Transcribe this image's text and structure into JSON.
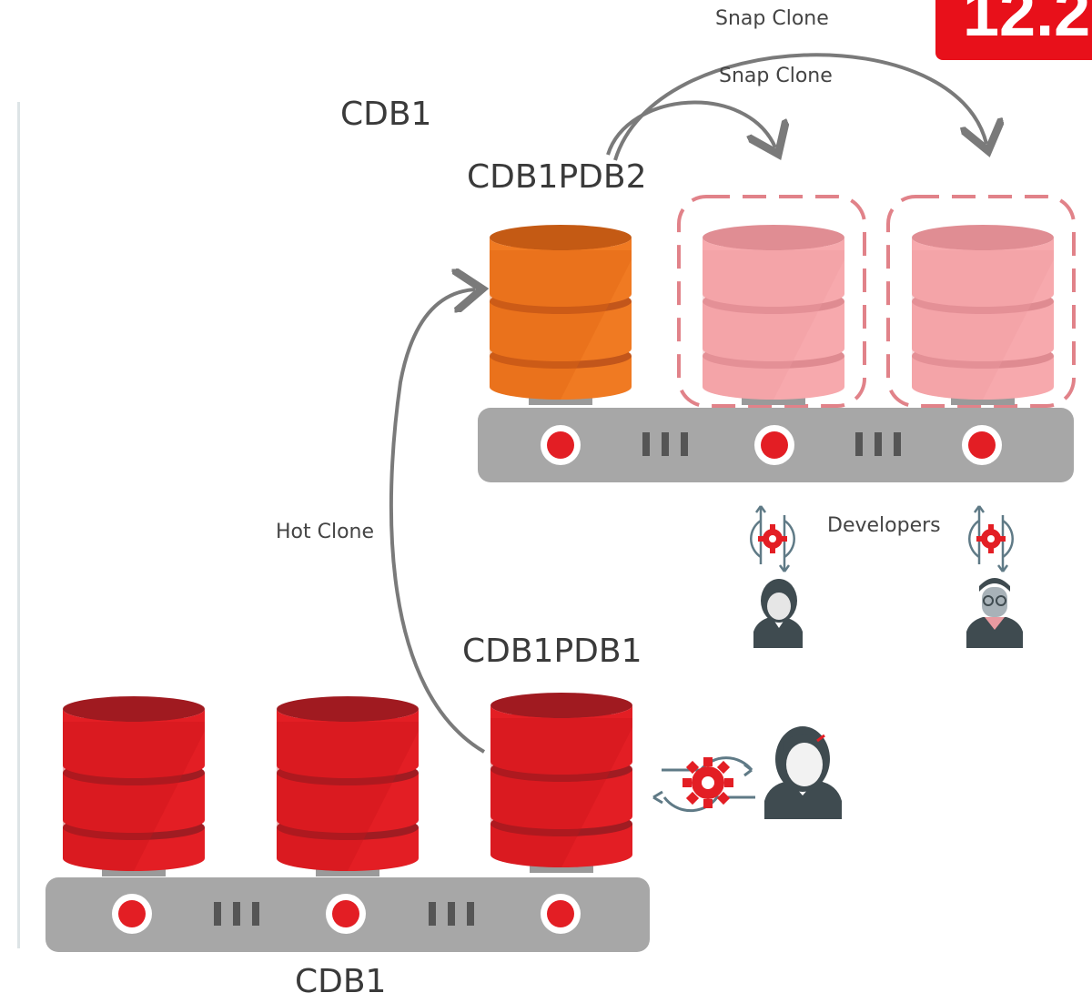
{
  "version_badge": "12.2",
  "labels": {
    "snap_clone_outer": "Snap Clone",
    "snap_clone_inner": "Snap Clone",
    "cdb1_top": "CDB1",
    "cdb1pdb2": "CDB1PDB2",
    "hot_clone": "Hot Clone",
    "developers": "Developers",
    "cdb1pdb1": "CDB1PDB1",
    "cdb1_bottom": "CDB1"
  },
  "colors": {
    "red": "#e31e24",
    "orange": "#f07a22",
    "pink": "#f5a3a8",
    "server_gray": "#a7a7a7",
    "arrow_gray": "#7a7a7a",
    "badge_red": "#e8101a"
  },
  "icons": [
    "database-icon",
    "server-rack-icon",
    "gear-cycle-icon",
    "person-icon",
    "developer-icon"
  ]
}
